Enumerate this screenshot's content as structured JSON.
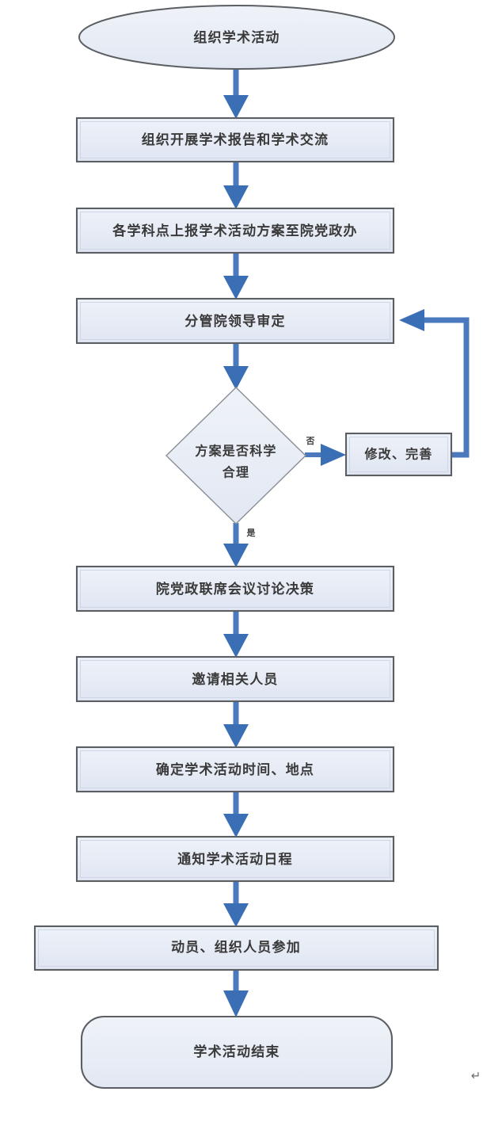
{
  "diagram": {
    "title_node": "组织学术活动",
    "type": "flowchart",
    "orientation": "top-to-bottom",
    "language": "zh-CN",
    "colors": {
      "node_fill": "#e7ecf6",
      "node_border": "#5b5f63",
      "diamond_border": "#8a8f96",
      "connector": "#4a79bd",
      "connector_head": "#3a6fb5",
      "text": "#3a3a3a",
      "background": "#ffffff"
    },
    "nodes": [
      {
        "id": "start",
        "shape": "ellipse",
        "label": "组织学术活动"
      },
      {
        "id": "step1",
        "shape": "rectangle",
        "label": "组织开展学术报告和学术交流"
      },
      {
        "id": "step2",
        "shape": "rectangle",
        "label": "各学科点上报学术活动方案至院党政办"
      },
      {
        "id": "step3",
        "shape": "rectangle",
        "label": "分管院领导审定"
      },
      {
        "id": "decision",
        "shape": "diamond",
        "label_line1": "方案是否科学",
        "label_line2": "合理"
      },
      {
        "id": "revise",
        "shape": "rectangle",
        "label": "修改、完善"
      },
      {
        "id": "step4",
        "shape": "rectangle",
        "label": "院党政联席会议讨论决策"
      },
      {
        "id": "step5",
        "shape": "rectangle",
        "label": "邀请相关人员"
      },
      {
        "id": "step6",
        "shape": "rectangle",
        "label": "确定学术活动时间、地点"
      },
      {
        "id": "step7",
        "shape": "rectangle",
        "label": "通知学术活动日程"
      },
      {
        "id": "step8",
        "shape": "rectangle",
        "label": "动员、组织人员参加"
      },
      {
        "id": "end",
        "shape": "rounded-rectangle",
        "label": "学术活动结束"
      }
    ],
    "branch_labels": {
      "no": "否",
      "yes": "是"
    },
    "marks": {
      "paragraph_return": "↵"
    }
  }
}
